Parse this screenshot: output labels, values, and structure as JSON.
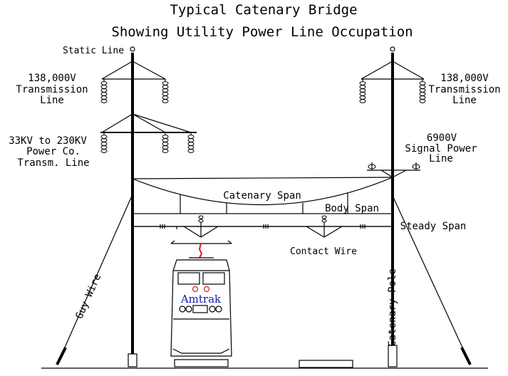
{
  "title": {
    "line1": "Typical Catenary Bridge",
    "line2": "Showing Utility Power Line Occupation"
  },
  "labels": {
    "static_line": "Static Line",
    "left_transmission_voltage": "138,000V",
    "left_transmission_line1": "Transmission",
    "left_transmission_line2": "Line",
    "power_co_line1": "33KV to 230KV",
    "power_co_line2": "Power Co.",
    "power_co_line3": "Transm. Line",
    "right_transmission_voltage": "138,000V",
    "right_transmission_line1": "Transmission",
    "right_transmission_line2": "Line",
    "signal_voltage": "6900V",
    "signal_line1": "Signal Power",
    "signal_line2": "Line",
    "catenary_span": "Catenary Span",
    "body_span": "Body Span",
    "steady_span": "Steady Span",
    "contact_wire": "Contact Wire",
    "guy_wire": "Guy Wire",
    "catenary_pole": "Catenary Pole",
    "locomotive_brand": "Amtrak"
  },
  "colors": {
    "line": "#000000",
    "brand_text": "#1a1aa8",
    "pantograph": "#cc2222"
  }
}
